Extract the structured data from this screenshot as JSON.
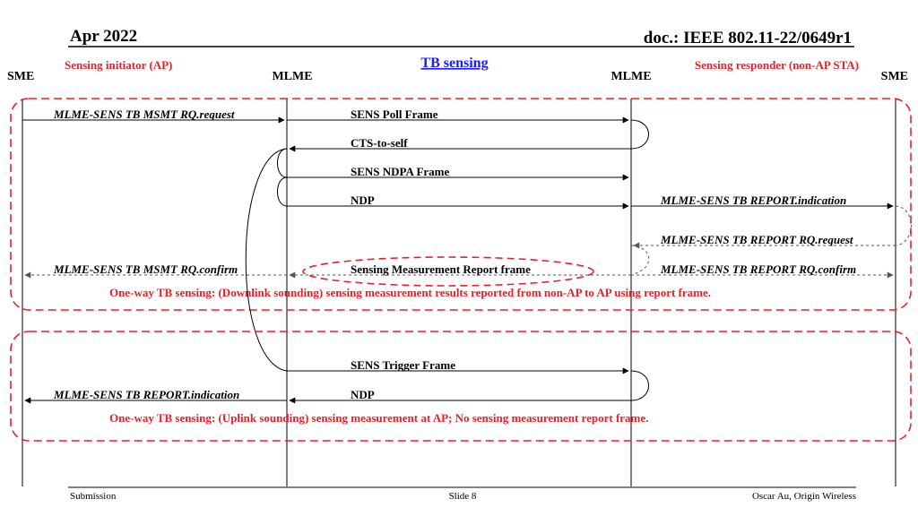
{
  "header": {
    "date": "Apr 2022",
    "doc_id": "doc.: IEEE 802.11-22/0649r1",
    "title": "TB sensing"
  },
  "entities": {
    "sme_left": "SME",
    "mlme_left": "MLME",
    "mlme_right": "MLME",
    "sme_right": "SME",
    "initiator_role": "Sensing initiator (AP)",
    "responder_role": "Sensing responder (non-AP STA)"
  },
  "downlink": {
    "msmt_request": "MLME-SENS TB MSMT RQ.request",
    "poll_frame": "SENS Poll Frame",
    "cts_to_self": "CTS-to-self",
    "ndpa_frame": "SENS NDPA Frame",
    "ndp": "NDP",
    "report_indication": "MLME-SENS TB REPORT.indication",
    "report_request": "MLME-SENS TB REPORT RQ.request",
    "msmt_confirm": "MLME-SENS TB MSMT RQ.confirm",
    "measurement_report_frame": "Sensing Measurement Report frame",
    "report_confirm": "MLME-SENS TB REPORT RQ.confirm",
    "note": "One-way TB sensing: (Downlink sounding) sensing measurement results reported from non-AP to AP using report frame."
  },
  "uplink": {
    "trigger_frame": "SENS Trigger Frame",
    "ndp": "NDP",
    "report_indication": "MLME-SENS TB REPORT.indication",
    "note": "One-way TB sensing: (Uplink sounding) sensing measurement at AP; No sensing measurement report frame."
  },
  "footer": {
    "left": "Submission",
    "center": "Slide 8",
    "right": "Oscar Au, Origin Wireless"
  },
  "colors": {
    "accent_red": "#e8202a",
    "link_blue": "#1a1aff",
    "line": "#000000",
    "dashed_arrow": "#555555"
  }
}
